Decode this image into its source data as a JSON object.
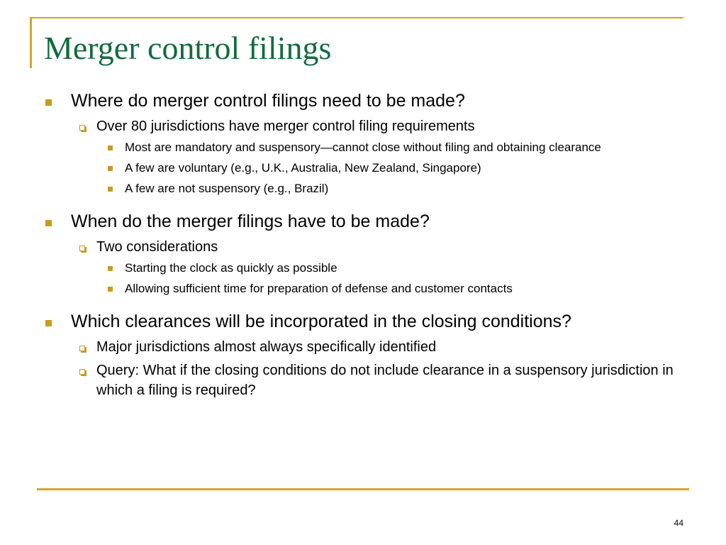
{
  "slide": {
    "title": "Merger control filings",
    "page_number": "44",
    "sections": [
      {
        "text": "Where do merger control filings need to be made?",
        "subitems": [
          {
            "text": "Over 80 jurisdictions have merger control filing requirements",
            "subitems": [
              "Most are mandatory and suspensory—cannot close without filing and obtaining clearance",
              "A few are voluntary (e.g., U.K., Australia, New Zealand, Singapore)",
              "A few are not suspensory (e.g., Brazil)"
            ]
          }
        ]
      },
      {
        "text": "When do the merger filings have to be made?",
        "subitems": [
          {
            "text": "Two considerations",
            "subitems": [
              "Starting the clock as quickly as possible",
              "Allowing sufficient time for preparation of defense and customer contacts"
            ]
          }
        ]
      },
      {
        "text": "Which clearances will be incorporated in the closing conditions?",
        "subitems": [
          {
            "text": "Major jurisdictions almost always specifically identified",
            "subitems": []
          },
          {
            "text": "Query: What if the closing conditions do not include clearance in a suspensory jurisdiction in which a filing is required?",
            "subitems": []
          }
        ]
      }
    ]
  }
}
